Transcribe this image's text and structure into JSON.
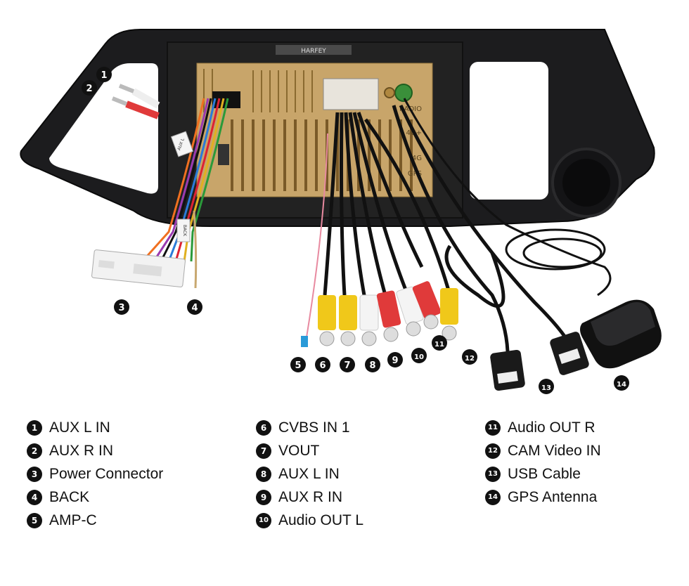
{
  "photo": {
    "brand_label": "HARFEY",
    "port_labels": [
      "RADIO",
      "4G+",
      "4G",
      "GPS"
    ],
    "cable_tags": [
      "AUX L",
      "BACK"
    ]
  },
  "callouts": [
    "1",
    "2",
    "3",
    "4",
    "5",
    "6",
    "7",
    "8",
    "9",
    "10",
    "11",
    "12",
    "13",
    "14"
  ],
  "legend": {
    "col1": [
      {
        "num": "1",
        "label": "AUX L IN"
      },
      {
        "num": "2",
        "label": "AUX R IN"
      },
      {
        "num": "3",
        "label": "Power Connector"
      },
      {
        "num": "4",
        "label": "BACK"
      },
      {
        "num": "5",
        "label": "AMP-C"
      }
    ],
    "col2": [
      {
        "num": "6",
        "label": "CVBS IN 1"
      },
      {
        "num": "7",
        "label": "VOUT"
      },
      {
        "num": "8",
        "label": "AUX L IN"
      },
      {
        "num": "9",
        "label": "AUX R IN"
      },
      {
        "num": "10",
        "label": "Audio OUT L"
      }
    ],
    "col3": [
      {
        "num": "11",
        "label": "Audio OUT R"
      },
      {
        "num": "12",
        "label": "CAM Video IN"
      },
      {
        "num": "13",
        "label": "USB Cable"
      },
      {
        "num": "14",
        "label": "GPS Antenna"
      }
    ]
  }
}
